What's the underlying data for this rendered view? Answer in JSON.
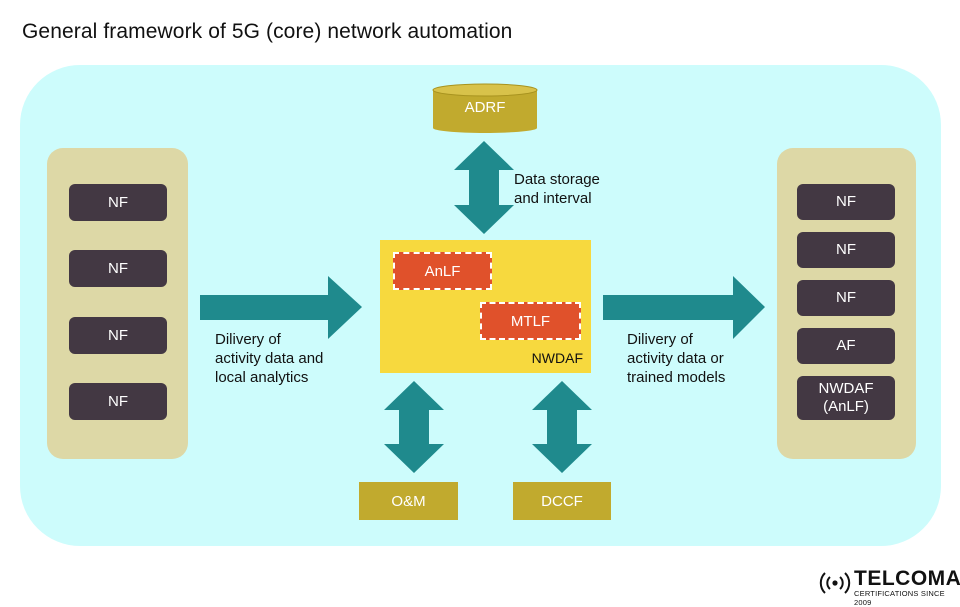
{
  "title": "General framework of 5G (core) network automation",
  "left_nfs": [
    "NF",
    "NF",
    "NF",
    "NF"
  ],
  "right_nfs": [
    "NF",
    "NF",
    "NF",
    "AF",
    "NWDAF\n(AnLF)"
  ],
  "adrf": "ADRF",
  "nwdaf": {
    "label": "NWDAF",
    "anlf": "AnLF",
    "mtlf": "MTLF"
  },
  "om": "O&M",
  "dccf": "DCCF",
  "labels": {
    "storage": "Data storage\nand interval",
    "left_delivery": "Dilivery of\nactivity data and\nlocal analytics",
    "right_delivery": "Dilivery of\nactivity data or\ntrained models"
  },
  "logo": {
    "word": "TELCOMA",
    "sub": "CERTIFICATIONS SINCE 2009"
  },
  "colors": {
    "canvas": "#cdfcfc",
    "panel": "#ddd8a6",
    "nf_box": "#433843",
    "gold_box": "#c1aa2e",
    "nwdaf": "#f7d93e",
    "function_box": "#e0512b",
    "arrow": "#1f8a8d"
  }
}
